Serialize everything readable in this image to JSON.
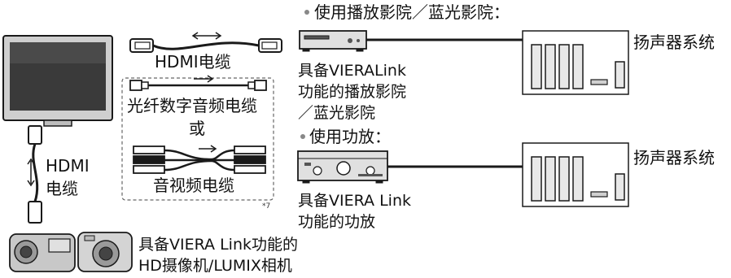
{
  "header": {
    "bd_label": "使用播放影院／蓝光影院："
  },
  "cables": {
    "hdmi_top": "HDMI电缆",
    "optical": "光纤数字音频电缆",
    "or": "或",
    "av": "音视频电缆",
    "footnote": "*7",
    "hdmi_side_line1": "HDMI",
    "hdmi_side_line2": "电缆"
  },
  "bd_device": {
    "line1": "具备VIERALink",
    "line2": "功能的播放影院",
    "line3": "／蓝光影院"
  },
  "amp": {
    "section_label": "使用功放：",
    "line1": "具备VIERA Link",
    "line2": "功能的功放"
  },
  "speakers": {
    "label_top": "扬声器系统",
    "label_bottom": "扬声器系统"
  },
  "camera": {
    "line1": "具备VIERA Link功能的",
    "line2": "HD摄像机/LUMIX相机"
  },
  "colors": {
    "line": "#1a1a1a",
    "device_fill": "#d9d9d9",
    "screen_fill": "#3a3a3a",
    "dash": "#666666"
  }
}
